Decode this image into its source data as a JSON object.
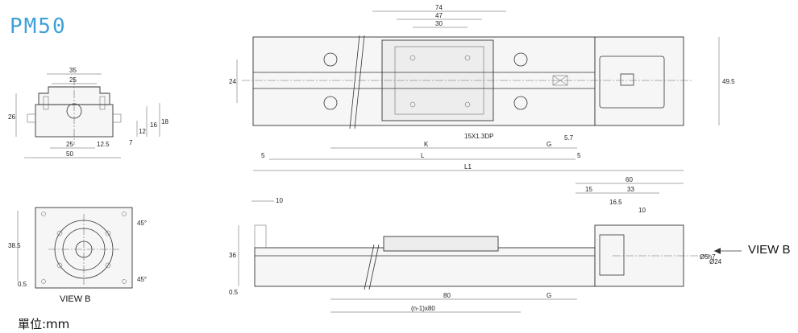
{
  "model": "PM50",
  "unit_label": "單位:mm",
  "view_b_caption": "VIEW B",
  "view_b_arrow_label": "VIEW B",
  "dims": {
    "d74": "74",
    "d47": "47",
    "d30": "30",
    "d24": "24",
    "d49_5": "49.5",
    "hole": "15X1.3DP",
    "d5_7": "5.7",
    "K": "K",
    "G": "G",
    "L": "L",
    "L1": "L1",
    "d5a": "5",
    "d5b": "5",
    "e35": "35",
    "e25": "25",
    "e26": "26",
    "e16": "16",
    "e18": "18",
    "e12": "12",
    "e7": "7",
    "e25b": "25",
    "e12_5": "12.5",
    "e50": "50",
    "b38_5": "38.5",
    "b0_5": "0.5",
    "b45a": "45°",
    "b45b": "45°",
    "s10": "10",
    "s36": "36",
    "s0_5": "0.5",
    "s80": "80",
    "sG": "G",
    "sN": "(n-1)x80",
    "s60": "60",
    "s15": "15",
    "s33": "33",
    "s16_5": "16.5",
    "s10b": "10",
    "s5h7": "Ø5h7",
    "s24": "Ø24"
  }
}
